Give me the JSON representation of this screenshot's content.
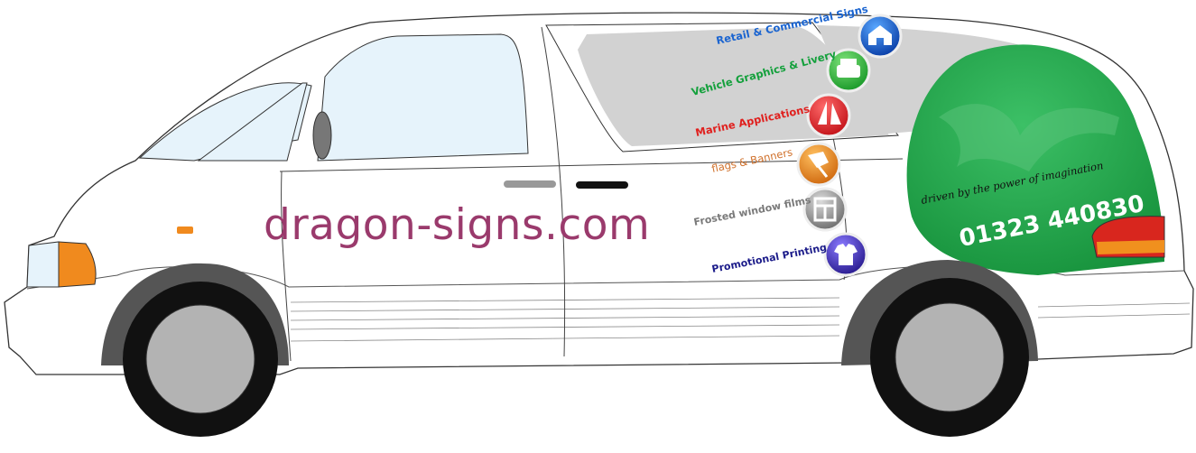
{
  "brand": {
    "website": "dragon-signs.com",
    "phone": "01323 440830",
    "tagline": "driven by the power of imagination"
  },
  "services": [
    {
      "label": "Retail & Commercial Signs",
      "icon": "house-icon",
      "color": "#1a64d0"
    },
    {
      "label": "Vehicle Graphics & Livery",
      "icon": "car-icon",
      "color": "#14a03c"
    },
    {
      "label": "Marine Applications",
      "icon": "sailboat-icon",
      "color": "#e0201e"
    },
    {
      "label": "flags & Banners",
      "icon": "flag-icon",
      "color": "#e07a20"
    },
    {
      "label": "Frosted window films",
      "icon": "window-icon",
      "color": "#7a7a7a"
    },
    {
      "label": "Promotional Printing",
      "icon": "tshirt-icon",
      "color": "#1c1c8a"
    }
  ],
  "colors": {
    "brand_green": "#1ea64a",
    "website": "#9a3a6c",
    "glass": "#e6f3fb",
    "tinted": "#d2d2d2"
  }
}
